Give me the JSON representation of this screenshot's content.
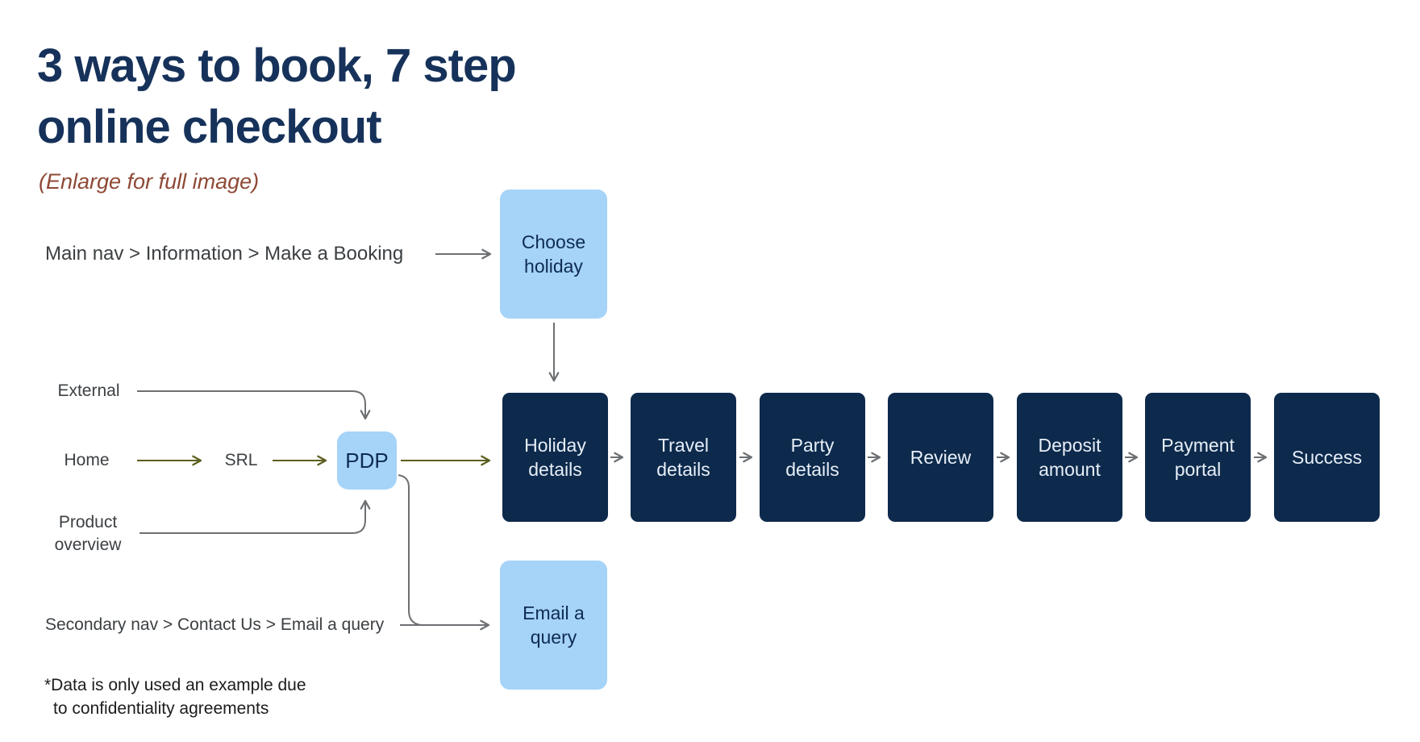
{
  "page": {
    "title_line1": "3 ways to book, 7 step",
    "title_line2": "online checkout",
    "subtitle": "(Enlarge for full image)",
    "footnote_line1": "*Data is only used an example due",
    "footnote_line2": "to confidentiality agreements"
  },
  "colors": {
    "title_navy": "#16325a",
    "step_box_navy": "#0d2a4c",
    "step_box_text": "#e7eef7",
    "light_blue_box": "#a6d3f8",
    "light_blue_box_text": "#0e2c52",
    "subtitle_rust": "#8e4936",
    "label_gray": "#3c4043",
    "arrow_gray": "#6d7073",
    "arrow_olive": "#5c5e1f"
  },
  "diagram": {
    "entry_main_nav": "Main nav > Information > Make a Booking",
    "entry_secondary_nav": "Secondary nav > Contact Us > Email a query",
    "choose_holiday": "Choose holiday",
    "email_query": "Email a query",
    "sources": {
      "external": "External",
      "home": "Home",
      "srl": "SRL",
      "pdp": "PDP",
      "product_overview": "Product overview"
    },
    "steps": [
      {
        "label": "Holiday details"
      },
      {
        "label": "Travel details"
      },
      {
        "label": "Party details"
      },
      {
        "label": "Review"
      },
      {
        "label": "Deposit amount"
      },
      {
        "label": "Payment portal"
      },
      {
        "label": "Success"
      }
    ]
  }
}
